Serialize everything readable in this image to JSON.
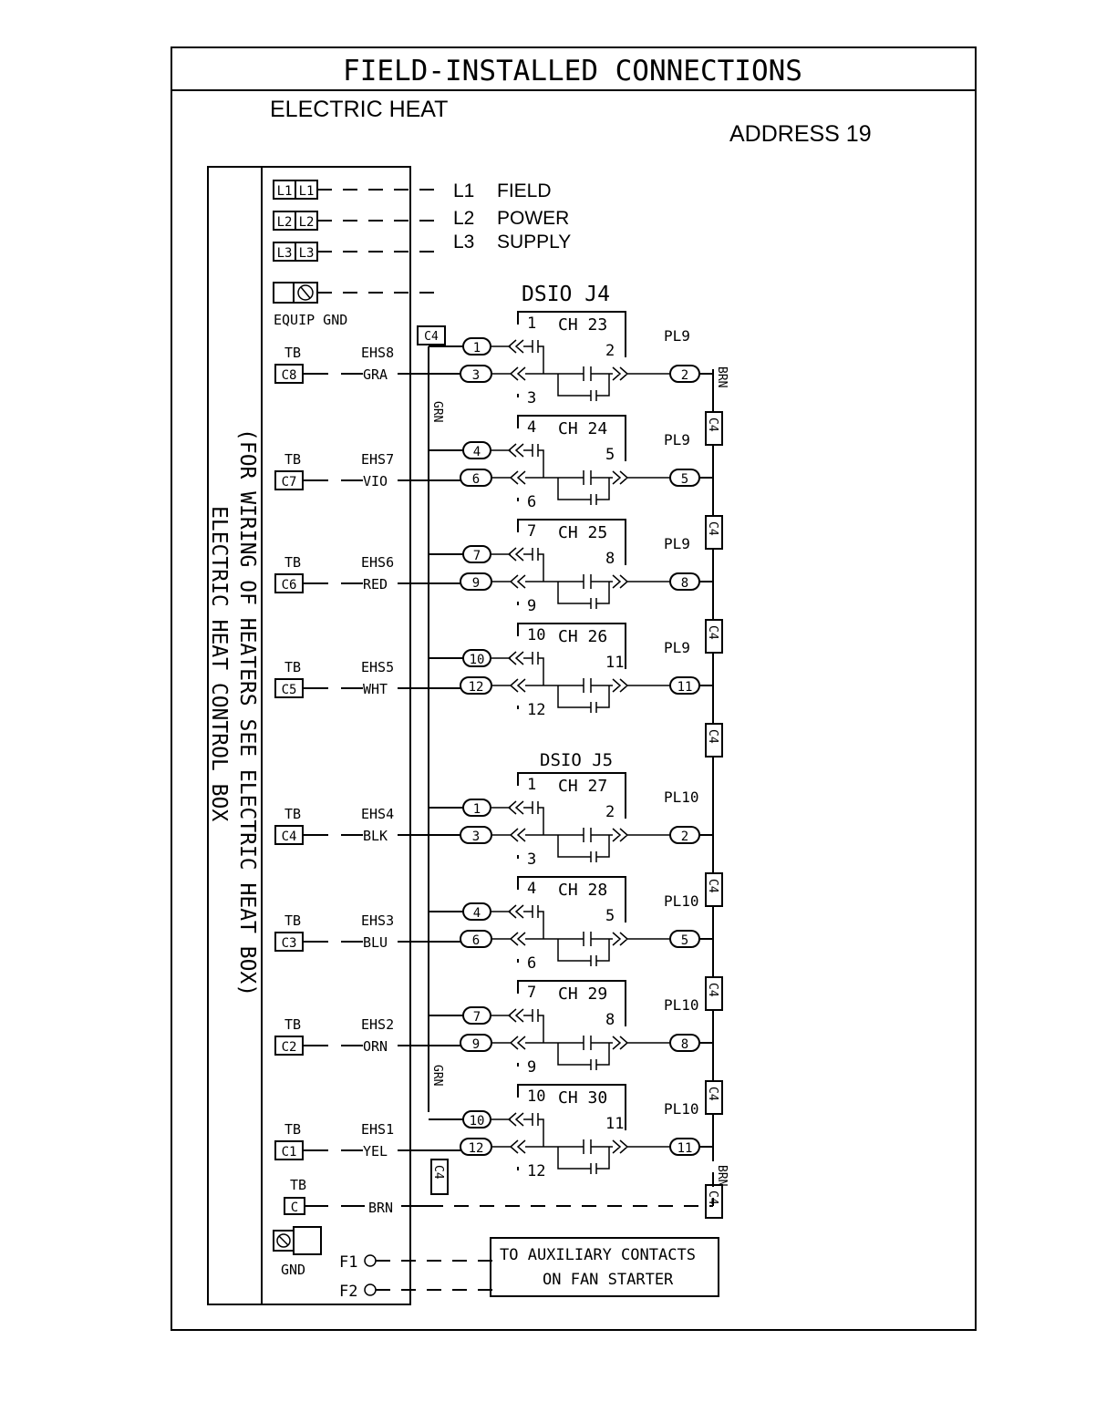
{
  "header": {
    "title": "FIELD-INSTALLED CONNECTIONS",
    "subtitle": "ELECTRIC HEAT",
    "address": "ADDRESS 19"
  },
  "side_note": {
    "line1": "(FOR WIRING OF HEATERS SEE ELECTRIC HEAT BOX)",
    "line2": "ELECTRIC HEAT CONTROL BOX"
  },
  "power": {
    "terminals": [
      {
        "a": "L1",
        "b": "L1",
        "line": "L1",
        "desc": "FIELD"
      },
      {
        "a": "L2",
        "b": "L2",
        "line": "L2",
        "desc": "POWER"
      },
      {
        "a": "L3",
        "b": "L3",
        "line": "L3",
        "desc": "SUPPLY"
      }
    ],
    "ground_label": "EQUIP GND"
  },
  "tb_label": "TB",
  "stages": [
    {
      "tb": "C8",
      "ehs": "EHS8",
      "wire": "GRA"
    },
    {
      "tb": "C7",
      "ehs": "EHS7",
      "wire": "VIO"
    },
    {
      "tb": "C6",
      "ehs": "EHS6",
      "wire": "RED"
    },
    {
      "tb": "C5",
      "ehs": "EHS5",
      "wire": "WHT"
    },
    {
      "tb": "C4",
      "ehs": "EHS4",
      "wire": "BLK"
    },
    {
      "tb": "C3",
      "ehs": "EHS3",
      "wire": "BLU"
    },
    {
      "tb": "C2",
      "ehs": "EHS2",
      "wire": "ORN"
    },
    {
      "tb": "C1",
      "ehs": "EHS1",
      "wire": "YEL"
    }
  ],
  "common": {
    "tb": "C",
    "wire": "BRN"
  },
  "connectors": {
    "dsio_j4": "DSIO J4",
    "dsio_j5": "DSIO J5"
  },
  "channels": [
    {
      "ch": "CH 23",
      "pins": [
        "1",
        "2",
        "3"
      ],
      "pl": "PL9",
      "pl_pin": "2"
    },
    {
      "ch": "CH 24",
      "pins": [
        "4",
        "5",
        "6"
      ],
      "pl": "PL9",
      "pl_pin": "5"
    },
    {
      "ch": "CH 25",
      "pins": [
        "7",
        "8",
        "9"
      ],
      "pl": "PL9",
      "pl_pin": "8"
    },
    {
      "ch": "CH 26",
      "pins": [
        "10",
        "11",
        "12"
      ],
      "pl": "PL9",
      "pl_pin": "11"
    },
    {
      "ch": "CH 27",
      "pins": [
        "1",
        "2",
        "3"
      ],
      "pl": "PL10",
      "pl_pin": "2"
    },
    {
      "ch": "CH 28",
      "pins": [
        "4",
        "5",
        "6"
      ],
      "pl": "PL10",
      "pl_pin": "5"
    },
    {
      "ch": "CH 29",
      "pins": [
        "7",
        "8",
        "9"
      ],
      "pl": "PL10",
      "pl_pin": "8"
    },
    {
      "ch": "CH 30",
      "pins": [
        "10",
        "11",
        "12"
      ],
      "pl": "PL10",
      "pl_pin": "11"
    }
  ],
  "wire_labels": {
    "grn": "GRN",
    "brn": "BRN",
    "c4": "C4"
  },
  "bottom": {
    "gnd": "GND",
    "f1": "F1",
    "f2": "F2",
    "aux_line1": "TO AUXILIARY CONTACTS",
    "aux_line2": "ON FAN STARTER"
  }
}
